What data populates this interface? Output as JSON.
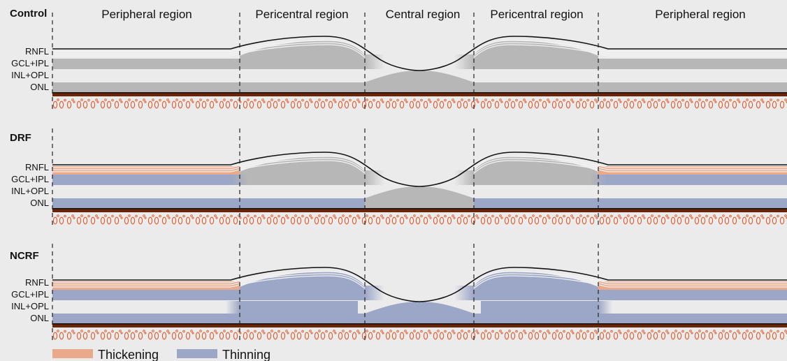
{
  "regions": [
    "Peripheral region",
    "Pericentral region",
    "Central region",
    "Pericentral region",
    "Peripheral region"
  ],
  "layer_labels": [
    "RNFL",
    "GCL+IPL",
    "INL+OPL",
    "ONL"
  ],
  "panels": [
    {
      "title": "Control",
      "changes": {
        "RNFL": "none",
        "GCL+IPL": "none",
        "INL+OPL": "none",
        "ONL": "none"
      }
    },
    {
      "title": "DRF",
      "changes": {
        "RNFL": "thickening-peripheral",
        "GCL+IPL": "thinning-peripheral",
        "INL+OPL": "none",
        "ONL": "thinning"
      }
    },
    {
      "title": "NCRF",
      "changes": {
        "RNFL": "thickening-peripheral",
        "GCL+IPL": "thinning",
        "INL+OPL": "thinning",
        "ONL": "thinning"
      }
    }
  ],
  "legend": [
    {
      "label": "Thickening",
      "color": "#e9a98a"
    },
    {
      "label": "Thinning",
      "color": "#9ca6c6"
    }
  ],
  "colors": {
    "background": "#ebebeb",
    "layer_gray": "#b7b7b7",
    "thickening": "#e9a98a",
    "thinning": "#9ca6c6",
    "rpe": "#6b2408",
    "photoreceptor": "#e0592a"
  }
}
